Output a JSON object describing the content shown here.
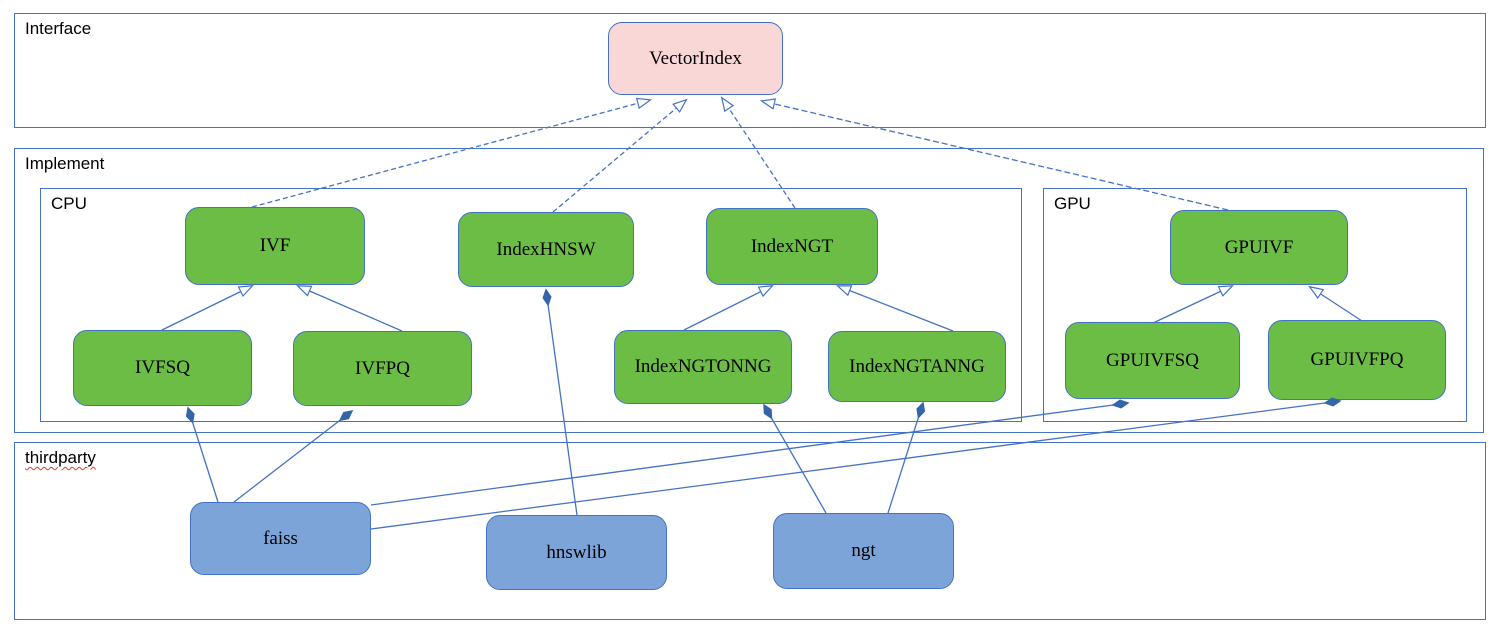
{
  "diagram": {
    "groups": {
      "interface": {
        "label": "Interface"
      },
      "implement": {
        "label": "Implement"
      },
      "cpu": {
        "label": "CPU"
      },
      "gpu": {
        "label": "GPU"
      },
      "thirdparty": {
        "label": "thirdparty",
        "spellcheck_underline": true
      }
    },
    "nodes": {
      "vectorindex": {
        "label": "VectorIndex",
        "fill": "pink",
        "group": "interface"
      },
      "ivf": {
        "label": "IVF",
        "fill": "green",
        "group": "cpu"
      },
      "indexhnsw": {
        "label": "IndexHNSW",
        "fill": "green",
        "group": "cpu"
      },
      "indexngt": {
        "label": "IndexNGT",
        "fill": "green",
        "group": "cpu"
      },
      "ivfsq": {
        "label": "IVFSQ",
        "fill": "green",
        "group": "cpu"
      },
      "ivfpq": {
        "label": "IVFPQ",
        "fill": "green",
        "group": "cpu"
      },
      "indexngtonng": {
        "label": "IndexNGTONNG",
        "fill": "green",
        "group": "cpu"
      },
      "indexngtanng": {
        "label": "IndexNGTANNG",
        "fill": "green",
        "group": "cpu"
      },
      "gpuivf": {
        "label": "GPUIVF",
        "fill": "green",
        "group": "gpu"
      },
      "gpuivfsq": {
        "label": "GPUIVFSQ",
        "fill": "green",
        "group": "gpu"
      },
      "gpuivfpq": {
        "label": "GPUIVFPQ",
        "fill": "green",
        "group": "gpu"
      },
      "faiss": {
        "label": "faiss",
        "fill": "blue",
        "group": "thirdparty"
      },
      "hnswlib": {
        "label": "hnswlib",
        "fill": "blue",
        "group": "thirdparty"
      },
      "ngt": {
        "label": "ngt",
        "fill": "blue",
        "group": "thirdparty"
      }
    },
    "edges": [
      {
        "from": "IVF",
        "to": "VectorIndex",
        "type": "dashed-inheritance"
      },
      {
        "from": "IndexHNSW",
        "to": "VectorIndex",
        "type": "dashed-inheritance"
      },
      {
        "from": "IndexNGT",
        "to": "VectorIndex",
        "type": "dashed-inheritance"
      },
      {
        "from": "GPUIVF",
        "to": "VectorIndex",
        "type": "dashed-inheritance"
      },
      {
        "from": "IVFSQ",
        "to": "IVF",
        "type": "inheritance"
      },
      {
        "from": "IVFPQ",
        "to": "IVF",
        "type": "inheritance"
      },
      {
        "from": "IndexNGTONNG",
        "to": "IndexNGT",
        "type": "inheritance"
      },
      {
        "from": "IndexNGTANNG",
        "to": "IndexNGT",
        "type": "inheritance"
      },
      {
        "from": "GPUIVFSQ",
        "to": "GPUIVF",
        "type": "inheritance"
      },
      {
        "from": "GPUIVFPQ",
        "to": "GPUIVF",
        "type": "inheritance"
      },
      {
        "from": "faiss",
        "to": "IVFSQ",
        "type": "composition"
      },
      {
        "from": "faiss",
        "to": "IVFPQ",
        "type": "composition"
      },
      {
        "from": "faiss",
        "to": "GPUIVFSQ",
        "type": "composition"
      },
      {
        "from": "faiss",
        "to": "GPUIVFPQ",
        "type": "composition"
      },
      {
        "from": "hnswlib",
        "to": "IndexHNSW",
        "type": "composition"
      },
      {
        "from": "ngt",
        "to": "IndexNGTONNG",
        "type": "composition"
      },
      {
        "from": "ngt",
        "to": "IndexNGTANNG",
        "type": "composition"
      }
    ],
    "colors": {
      "container_border": "#4472C4",
      "line": "#4472C4",
      "green_fill": "#6BBD45",
      "blue_fill": "#7DA4D8",
      "pink_fill": "#F9D7D6",
      "diamond_fill": "#3465A8",
      "spellcheck_squiggle": "#E03C31",
      "text": "#000000"
    }
  }
}
